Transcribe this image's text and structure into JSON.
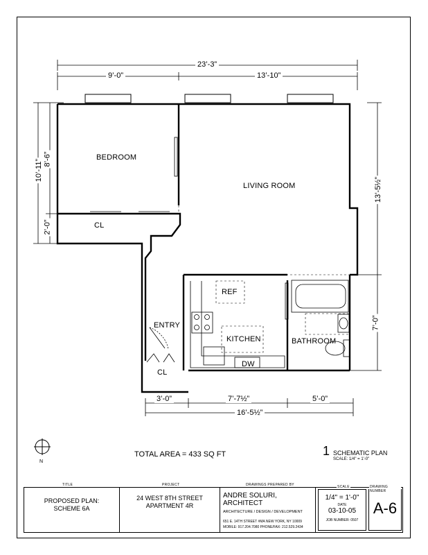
{
  "dims": {
    "overall_top": "23’-3”",
    "bedroom_width": "9’-0”",
    "living_width": "13’-10”",
    "left_total": "10’-11”",
    "bedroom_depth": "8’-6”",
    "closet_depth": "2’-0”",
    "right_height": "13’-5½”",
    "bath_height": "7’-0”",
    "bottom_cl": "3’-0”",
    "bottom_kitchen": "7’-7½”",
    "bottom_bath": "5’-0”",
    "bottom_total": "16’-5½”"
  },
  "rooms": {
    "bedroom": "BEDROOM",
    "living": "LIVING ROOM",
    "closet_top": "CL",
    "entry": "ENTRY",
    "closet_entry": "CL",
    "ref": "REF",
    "kitchen": "KITCHEN",
    "dw": "DW",
    "bathroom": "BATHROOM"
  },
  "total_area": "TOTAL AREA = 433 SQ FT",
  "schematic": {
    "number": "1",
    "title": "SCHEMATIC PLAN",
    "scale": "SCALE: 1/4\" = 1'-0\""
  },
  "north_label": "N",
  "title_block": {
    "title_caption": "TITLE",
    "title_line1": "PROPOSED PLAN:",
    "title_line2": "SCHEME 6A",
    "project_caption": "PROJECT",
    "project_line1": "24 WEST 8TH STREET",
    "project_line2": "APARTMENT 4R",
    "arch_caption": "DRAWINGS PREPARED BY",
    "arch_name": "ANDRE SOLURI, ARCHITECT",
    "arch_sub": "ARCHITECTURE  /  DESIGN  /  DEVELOPMENT",
    "arch_addr": "651 E. 14TH STREET #MA   NEW YORK, NY  10009",
    "arch_phone": "MOBILE: 917.204.7080  PHONE/FAX: 212.529.2434",
    "scale_caption": "SCALE",
    "scale_value": "1/4\" = 1'-0\"",
    "date_caption": "DATE",
    "date_value": "03-10-05",
    "job": "JOB NUMBER: 0507",
    "sheet_caption": "DRAWING NUMBER",
    "sheet_value": "A-6"
  }
}
